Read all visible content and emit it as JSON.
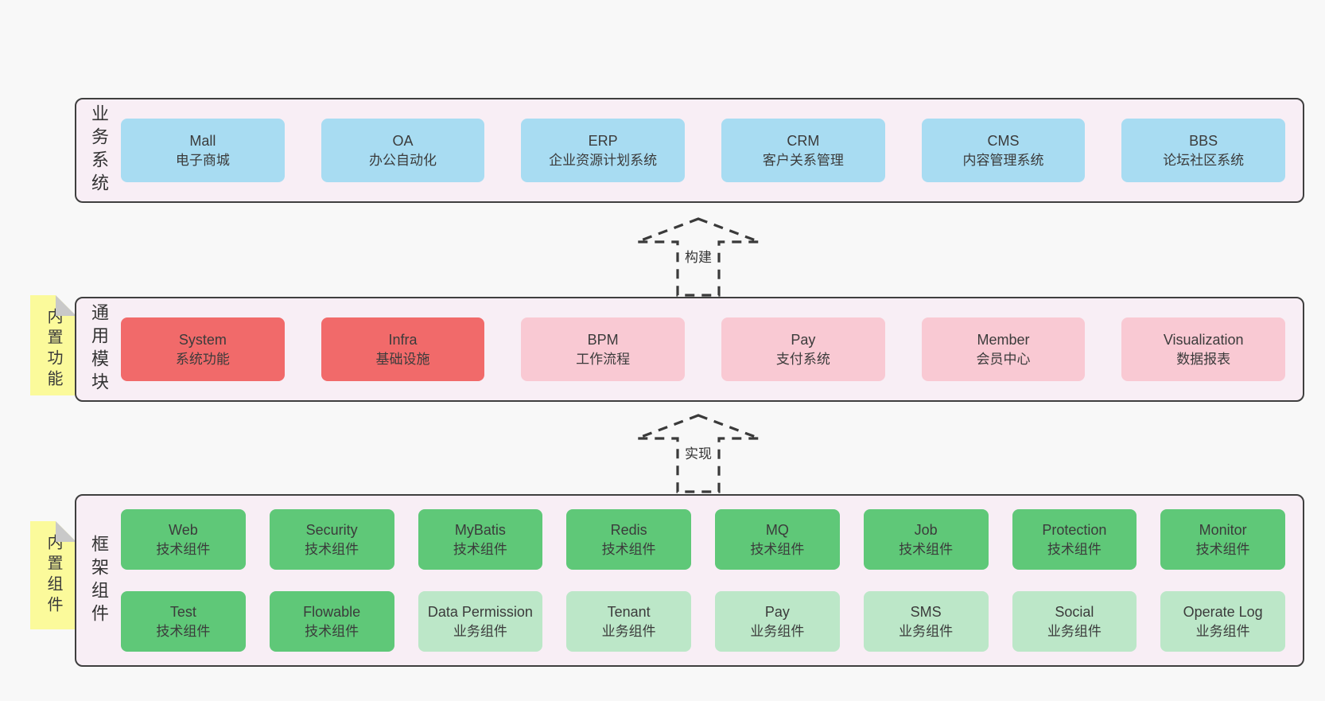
{
  "colors": {
    "page_bg": "#f8f8f8",
    "container_bg": "#f8eef5",
    "container_border": "#3f3f3f",
    "blue": "#a8dcf2",
    "red": "#f16a6a",
    "pink": "#f9c9d3",
    "green": "#5fc878",
    "lightgreen": "#bce7c8",
    "sticky_yellow": "#fbfa9b",
    "sticky_fold": "#c9c9c9",
    "line": "#3a3a3a",
    "text": "#3b3b3b"
  },
  "layers": [
    {
      "id": "business",
      "label": "业务系统",
      "boxes": [
        {
          "title": "Mall",
          "subtitle": "电子商城",
          "variant": "blue"
        },
        {
          "title": "OA",
          "subtitle": "办公自动化",
          "variant": "blue"
        },
        {
          "title": "ERP",
          "subtitle": "企业资源计划系统",
          "variant": "blue"
        },
        {
          "title": "CRM",
          "subtitle": "客户关系管理",
          "variant": "blue"
        },
        {
          "title": "CMS",
          "subtitle": "内容管理系统",
          "variant": "blue"
        },
        {
          "title": "BBS",
          "subtitle": "论坛社区系统",
          "variant": "blue"
        }
      ]
    },
    {
      "id": "modules",
      "label": "通用模块",
      "sticky": "内置功能",
      "boxes": [
        {
          "title": "System",
          "subtitle": "系统功能",
          "variant": "red"
        },
        {
          "title": "Infra",
          "subtitle": "基础设施",
          "variant": "red"
        },
        {
          "title": "BPM",
          "subtitle": "工作流程",
          "variant": "pink"
        },
        {
          "title": "Pay",
          "subtitle": "支付系统",
          "variant": "pink"
        },
        {
          "title": "Member",
          "subtitle": "会员中心",
          "variant": "pink"
        },
        {
          "title": "Visualization",
          "subtitle": "数据报表",
          "variant": "pink"
        }
      ]
    },
    {
      "id": "components",
      "label": "框架组件",
      "sticky": "内置组件",
      "rows": [
        [
          {
            "title": "Web",
            "subtitle": "技术组件",
            "variant": "green"
          },
          {
            "title": "Security",
            "subtitle": "技术组件",
            "variant": "green"
          },
          {
            "title": "MyBatis",
            "subtitle": "技术组件",
            "variant": "green"
          },
          {
            "title": "Redis",
            "subtitle": "技术组件",
            "variant": "green"
          },
          {
            "title": "MQ",
            "subtitle": "技术组件",
            "variant": "green"
          },
          {
            "title": "Job",
            "subtitle": "技术组件",
            "variant": "green"
          },
          {
            "title": "Protection",
            "subtitle": "技术组件",
            "variant": "green"
          },
          {
            "title": "Monitor",
            "subtitle": "技术组件",
            "variant": "green"
          }
        ],
        [
          {
            "title": "Test",
            "subtitle": "技术组件",
            "variant": "green"
          },
          {
            "title": "Flowable",
            "subtitle": "技术组件",
            "variant": "green"
          },
          {
            "title": "Data Permission",
            "subtitle": "业务组件",
            "variant": "lightgreen"
          },
          {
            "title": "Tenant",
            "subtitle": "业务组件",
            "variant": "lightgreen"
          },
          {
            "title": "Pay",
            "subtitle": "业务组件",
            "variant": "lightgreen"
          },
          {
            "title": "SMS",
            "subtitle": "业务组件",
            "variant": "lightgreen"
          },
          {
            "title": "Social",
            "subtitle": "业务组件",
            "variant": "lightgreen"
          },
          {
            "title": "Operate Log",
            "subtitle": "业务组件",
            "variant": "lightgreen"
          }
        ]
      ]
    }
  ],
  "arrows": [
    {
      "label": "构建"
    },
    {
      "label": "实现"
    }
  ]
}
